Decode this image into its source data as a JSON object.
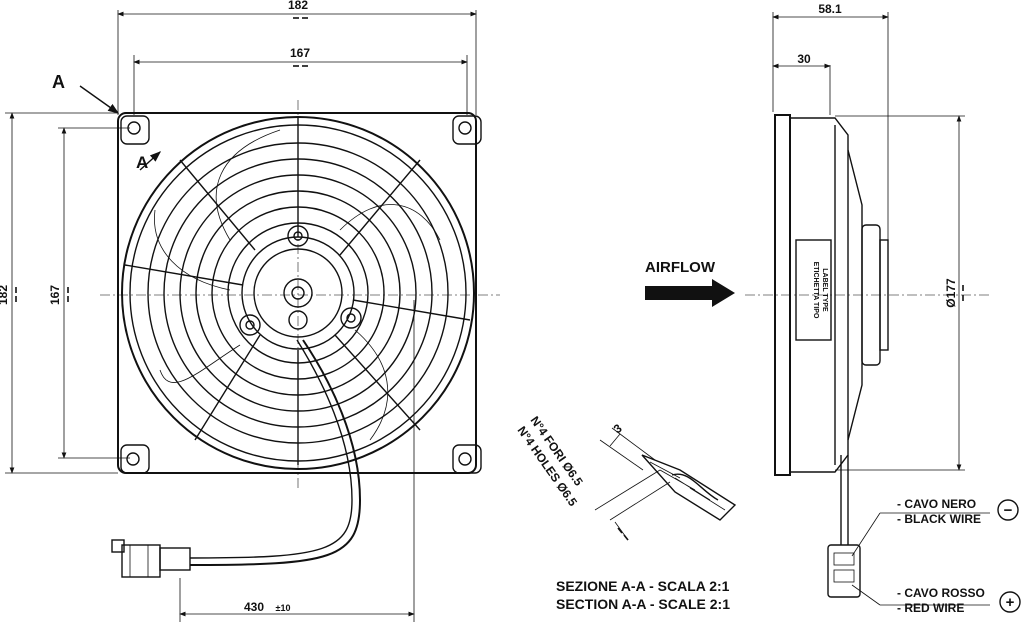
{
  "dimensions": {
    "width_outer": "182",
    "width_holes": "167",
    "height_outer": "182",
    "height_holes": "167",
    "depth_total": "58.1",
    "depth_body": "30",
    "diameter": "Ø177",
    "cable_length": "430",
    "cable_tolerance": "±10",
    "section_offset": "3"
  },
  "section_markers": {
    "letter": "A"
  },
  "labels": {
    "airflow": "AIRFLOW",
    "holes_it": "N°4 FORI Ø6.5",
    "holes_en": "N°4 HOLES Ø6.5",
    "label_type_it": "ETICHETTA TIPO",
    "label_type_en": "LABEL TYPE",
    "section_it": "SEZIONE A-A - SCALA 2:1",
    "section_en": "SECTION A-A - SCALE 2:1",
    "black_wire_it": "- CAVO NERO",
    "black_wire_en": "- BLACK WIRE",
    "red_wire_it": "- CAVO ROSSO",
    "red_wire_en": "- RED WIRE",
    "minus_symbol": "−",
    "plus_symbol": "+"
  }
}
